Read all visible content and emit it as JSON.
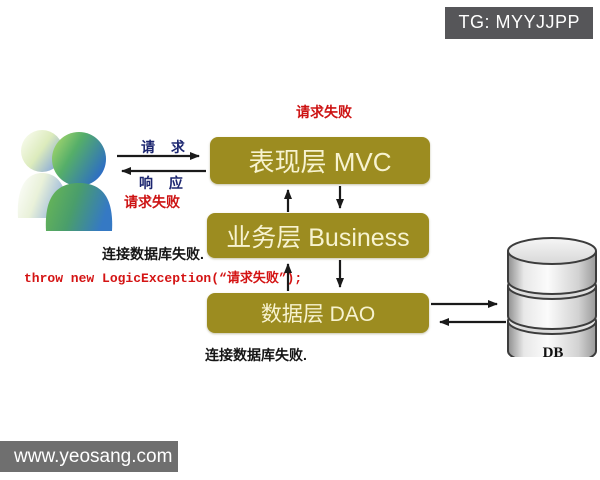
{
  "watermarks": {
    "tg_badge": "TG: MYYJJPP",
    "site_bar": "www.yeosang.com"
  },
  "colors": {
    "layer_box_bg": "#9c8c20",
    "layer_box_text": "#f7f3d0",
    "error_red": "#cd1313",
    "label_navy": "#1c2670",
    "arrow_black": "#1a1a1a",
    "badge_bg": "#565659",
    "sitebar_bg": "#6f6f6f"
  },
  "diagram": {
    "top_error": "请求失败",
    "client_icon": "msn-people-icon",
    "request_label": "请 求",
    "response_label": "响 应",
    "client_error": "请求失败",
    "layers": [
      {
        "id": "mvc",
        "label": "表现层 MVC"
      },
      {
        "id": "business",
        "label": "业务层 Business"
      },
      {
        "id": "dao",
        "label": "数据层 DAO"
      }
    ],
    "business_error_note": "连接数据库失败.",
    "throw_statement": "throw new LogicException(“请求失败”);",
    "dao_error_note": "连接数据库失败.",
    "db_icon": "database-icon",
    "db_label": "DB"
  }
}
